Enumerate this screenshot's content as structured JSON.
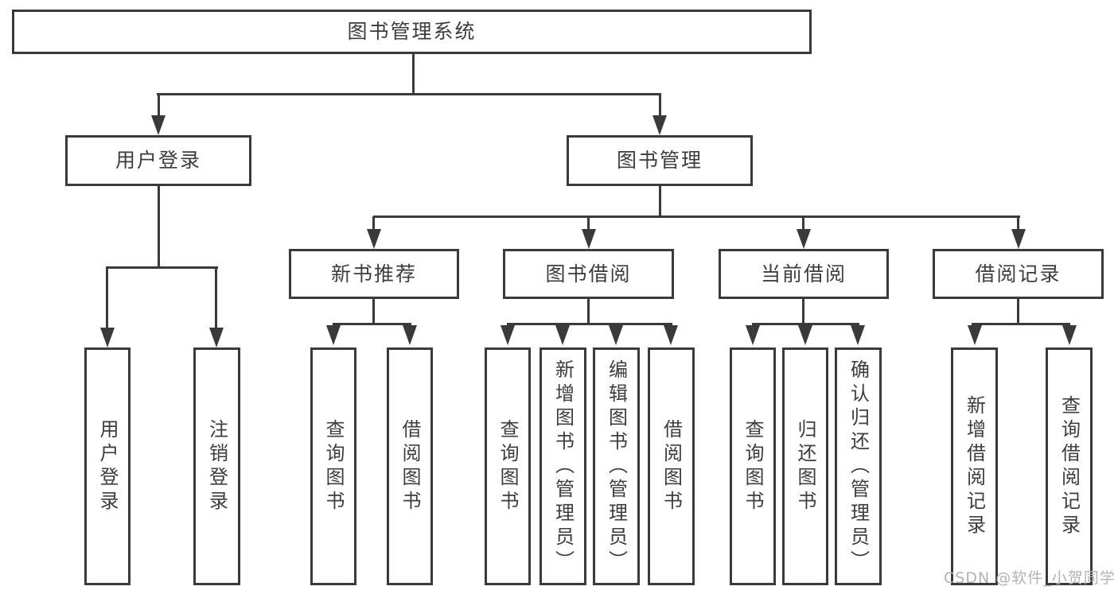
{
  "tree": {
    "root": {
      "label": "图书管理系统",
      "children": [
        {
          "label": "用户登录",
          "children": [
            {
              "label": "用户登录"
            },
            {
              "label": "注销登录"
            }
          ]
        },
        {
          "label": "图书管理",
          "children": [
            {
              "label": "新书推荐",
              "children": [
                {
                  "label": "查询图书"
                },
                {
                  "label": "借阅图书"
                }
              ]
            },
            {
              "label": "图书借阅",
              "children": [
                {
                  "label": "查询图书"
                },
                {
                  "label": "新增图书（管理员）"
                },
                {
                  "label": "编辑图书（管理员）"
                },
                {
                  "label": "借阅图书"
                }
              ]
            },
            {
              "label": "当前借阅",
              "children": [
                {
                  "label": "查询图书"
                },
                {
                  "label": "归还图书"
                },
                {
                  "label": "确认归还（管理员）"
                }
              ]
            },
            {
              "label": "借阅记录",
              "children": [
                {
                  "label": "新增借阅记录"
                },
                {
                  "label": "查询借阅记录"
                }
              ]
            }
          ]
        }
      ]
    }
  },
  "watermark": "CSDN @软件_小贺同学",
  "colors": {
    "line": "#3a3a3a",
    "text": "#3d3d3d",
    "watermark": "#b3b3b3",
    "background": "#ffffff"
  }
}
